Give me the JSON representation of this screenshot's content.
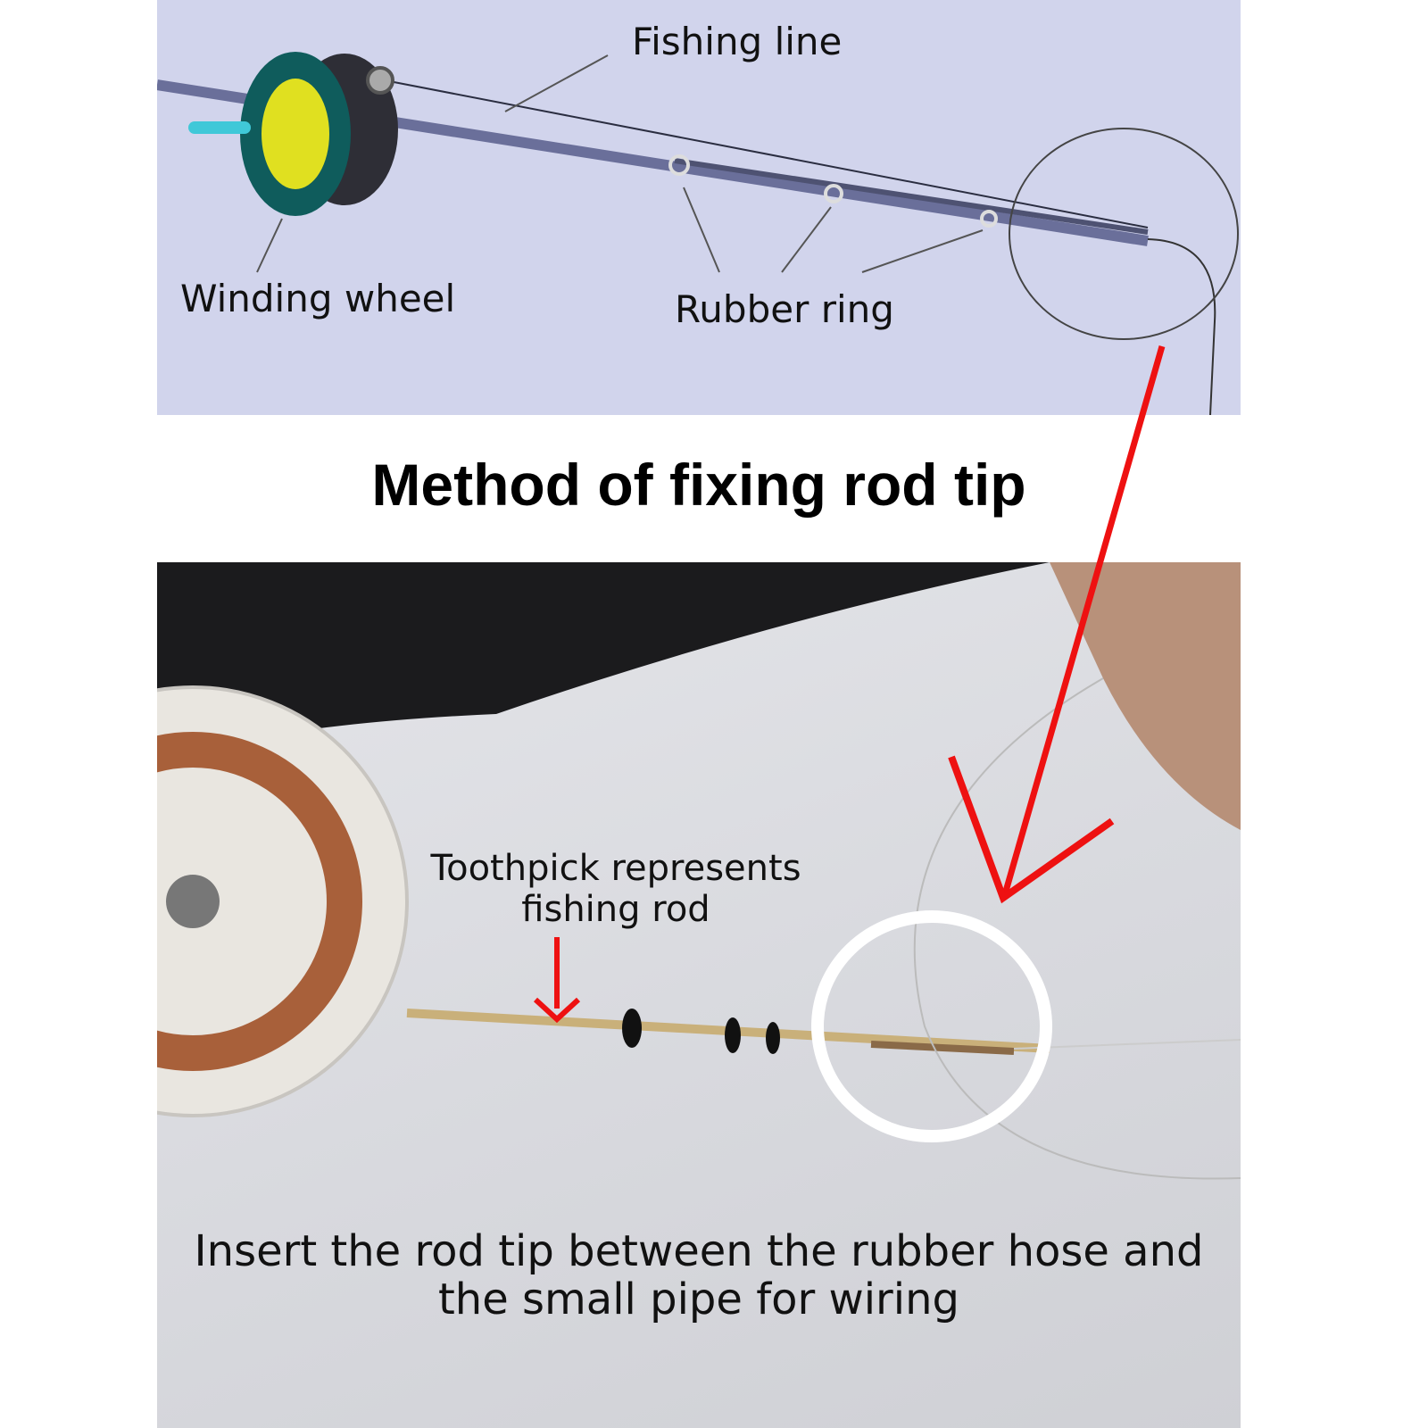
{
  "title": "Method of fixing rod tip",
  "diagram": {
    "labels": {
      "fishing_line": "Fishing line",
      "winding_wheel": "Winding wheel",
      "rubber_ring": "Rubber ring"
    }
  },
  "photo": {
    "toothpick_label": "Toothpick represents fishing rod",
    "caption": "Insert the rod tip between the rubber hose and the small pipe for wiring"
  },
  "colors": {
    "arrow": "#ee1111",
    "diagram_bg": "#d1d4ec",
    "wheel": "#0f5c5c",
    "spool": "#e0e020"
  }
}
